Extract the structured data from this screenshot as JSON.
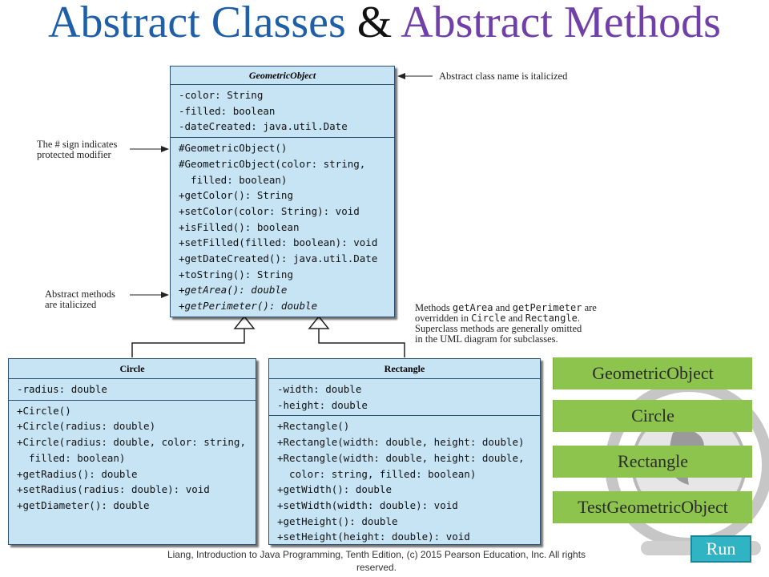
{
  "slide": {
    "title_part1": "Abstract Classes",
    "title_amp": " & ",
    "title_part2": "Abstract Methods",
    "footer": "Liang, Introduction to Java Programming, Tenth Edition, (c) 2015 Pearson Education, Inc. All rights reserved."
  },
  "colors": {
    "title_blue": "#1f5fa8",
    "title_purple": "#7040a8",
    "uml_fill": "#c7e4f5",
    "button_green": "#8dc44e",
    "run_teal": "#30b3c3"
  },
  "uml": {
    "geometric_object": {
      "name": "GeometricObject",
      "attributes": [
        "-color: String",
        "-filled: boolean",
        "-dateCreated: java.util.Date"
      ],
      "methods": [
        {
          "text": "#GeometricObject()",
          "abstract": false
        },
        {
          "text": "#GeometricObject(color: string,\n  filled: boolean)",
          "abstract": false
        },
        {
          "text": "+getColor(): String",
          "abstract": false
        },
        {
          "text": "+setColor(color: String): void",
          "abstract": false
        },
        {
          "text": "+isFilled(): boolean",
          "abstract": false
        },
        {
          "text": "+setFilled(filled: boolean): void",
          "abstract": false
        },
        {
          "text": "+getDateCreated(): java.util.Date",
          "abstract": false
        },
        {
          "text": "+toString(): String",
          "abstract": false
        },
        {
          "text": "+getArea(): double",
          "abstract": true
        },
        {
          "text": "+getPerimeter(): double",
          "abstract": true
        }
      ]
    },
    "circle": {
      "name": "Circle",
      "attributes": [
        "-radius: double"
      ],
      "methods": [
        {
          "text": "+Circle()",
          "abstract": false
        },
        {
          "text": "+Circle(radius: double)",
          "abstract": false
        },
        {
          "text": "+Circle(radius: double, color: string,\n  filled: boolean)",
          "abstract": false
        },
        {
          "text": "+getRadius(): double",
          "abstract": false
        },
        {
          "text": "+setRadius(radius: double): void",
          "abstract": false
        },
        {
          "text": "+getDiameter(): double",
          "abstract": false
        }
      ]
    },
    "rectangle": {
      "name": "Rectangle",
      "attributes": [
        "-width: double",
        "-height: double"
      ],
      "methods": [
        {
          "text": "+Rectangle()",
          "abstract": false
        },
        {
          "text": "+Rectangle(width: double, height: double)",
          "abstract": false
        },
        {
          "text": "+Rectangle(width: double, height: double,\n  color: string, filled: boolean)",
          "abstract": false
        },
        {
          "text": "+getWidth(): double",
          "abstract": false
        },
        {
          "text": "+setWidth(width: double): void",
          "abstract": false
        },
        {
          "text": "+getHeight(): double",
          "abstract": false
        },
        {
          "text": "+setHeight(height: double): void",
          "abstract": false
        }
      ]
    }
  },
  "annotations": {
    "abstract_class_note": "Abstract class name is italicized",
    "protected_line1": "The # sign indicates",
    "protected_line2": "protected modifier",
    "abstract_methods_line1": "Abstract methods",
    "abstract_methods_line2": "are italicized",
    "override_note": {
      "l1_a": "Methods ",
      "l1_m1": "getArea",
      "l1_b": " and ",
      "l1_m2": "getPerimeter",
      "l1_c": " are",
      "l2_a": "overridden in ",
      "l2_m1": "Circle",
      "l2_b": " and ",
      "l2_m2": "Rectangle",
      "l2_c": ".",
      "l3": "Superclass methods are generally omitted",
      "l4": "in the UML diagram for subclasses."
    }
  },
  "links": [
    {
      "label": "GeometricObject"
    },
    {
      "label": "Circle"
    },
    {
      "label": "Rectangle"
    },
    {
      "label": "TestGeometricObject"
    }
  ],
  "run_label": "Run"
}
